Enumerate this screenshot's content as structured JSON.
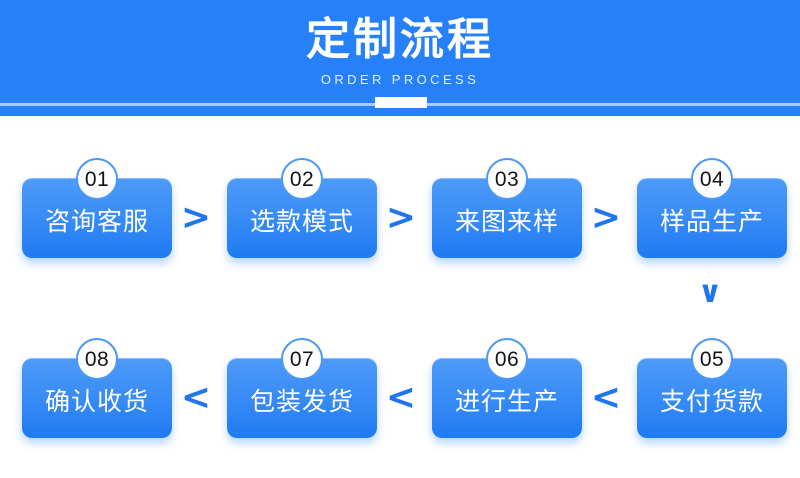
{
  "header": {
    "title": "定制流程",
    "subtitle": "ORDER PROCESS",
    "bg_color": "#2680f7",
    "title_color": "#ffffff",
    "rule_color": "#a9ccfb",
    "notch_color": "#ffffff"
  },
  "flow": {
    "box_color_top": "#4e9bf8",
    "box_color_bottom": "#1f7bf2",
    "badge_border_color": "#4a98f7",
    "badge_text_color": "#111418",
    "arrow_color": "#1f74ef",
    "row1": {
      "steps": [
        {
          "number": "01",
          "label": "咨询客服"
        },
        {
          "number": "02",
          "label": "选款模式"
        },
        {
          "number": "03",
          "label": "来图来样"
        },
        {
          "number": "04",
          "label": "样品生产"
        }
      ],
      "connectors": [
        ">",
        ">",
        ">"
      ]
    },
    "row2": {
      "steps": [
        {
          "number": "08",
          "label": "确认收货"
        },
        {
          "number": "07",
          "label": "包装发货"
        },
        {
          "number": "06",
          "label": "进行生产"
        },
        {
          "number": "05",
          "label": "支付货款"
        }
      ],
      "connectors": [
        "<",
        "<",
        "<"
      ]
    },
    "row_connector": "∨"
  }
}
